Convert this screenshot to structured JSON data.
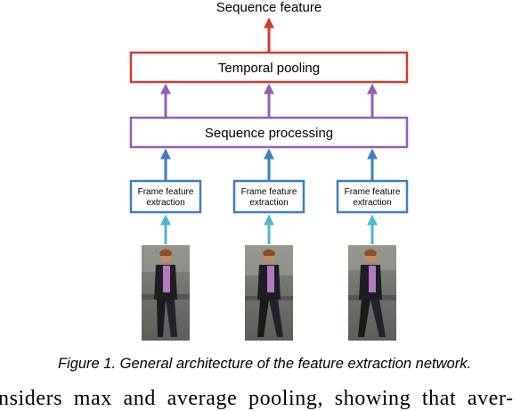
{
  "diagram": {
    "output_label": "Sequence feature",
    "temporal_pooling_label": "Temporal pooling",
    "sequence_processing_label": "Sequence processing",
    "frame_modules": [
      {
        "line1": "Frame feature",
        "line2": "extraction"
      },
      {
        "line1": "Frame feature",
        "line2": "extraction"
      },
      {
        "line1": "Frame feature",
        "line2": "extraction"
      }
    ],
    "colors": {
      "pooling": "#d23a32",
      "processing": "#8e62b8",
      "frame": "#3e7fc2",
      "input_arrow": "#4fb6cf"
    }
  },
  "caption": "Figure 1. General architecture of the feature extraction network.",
  "body_text_fragment": "nsiders max and average pooling, showing that aver-"
}
